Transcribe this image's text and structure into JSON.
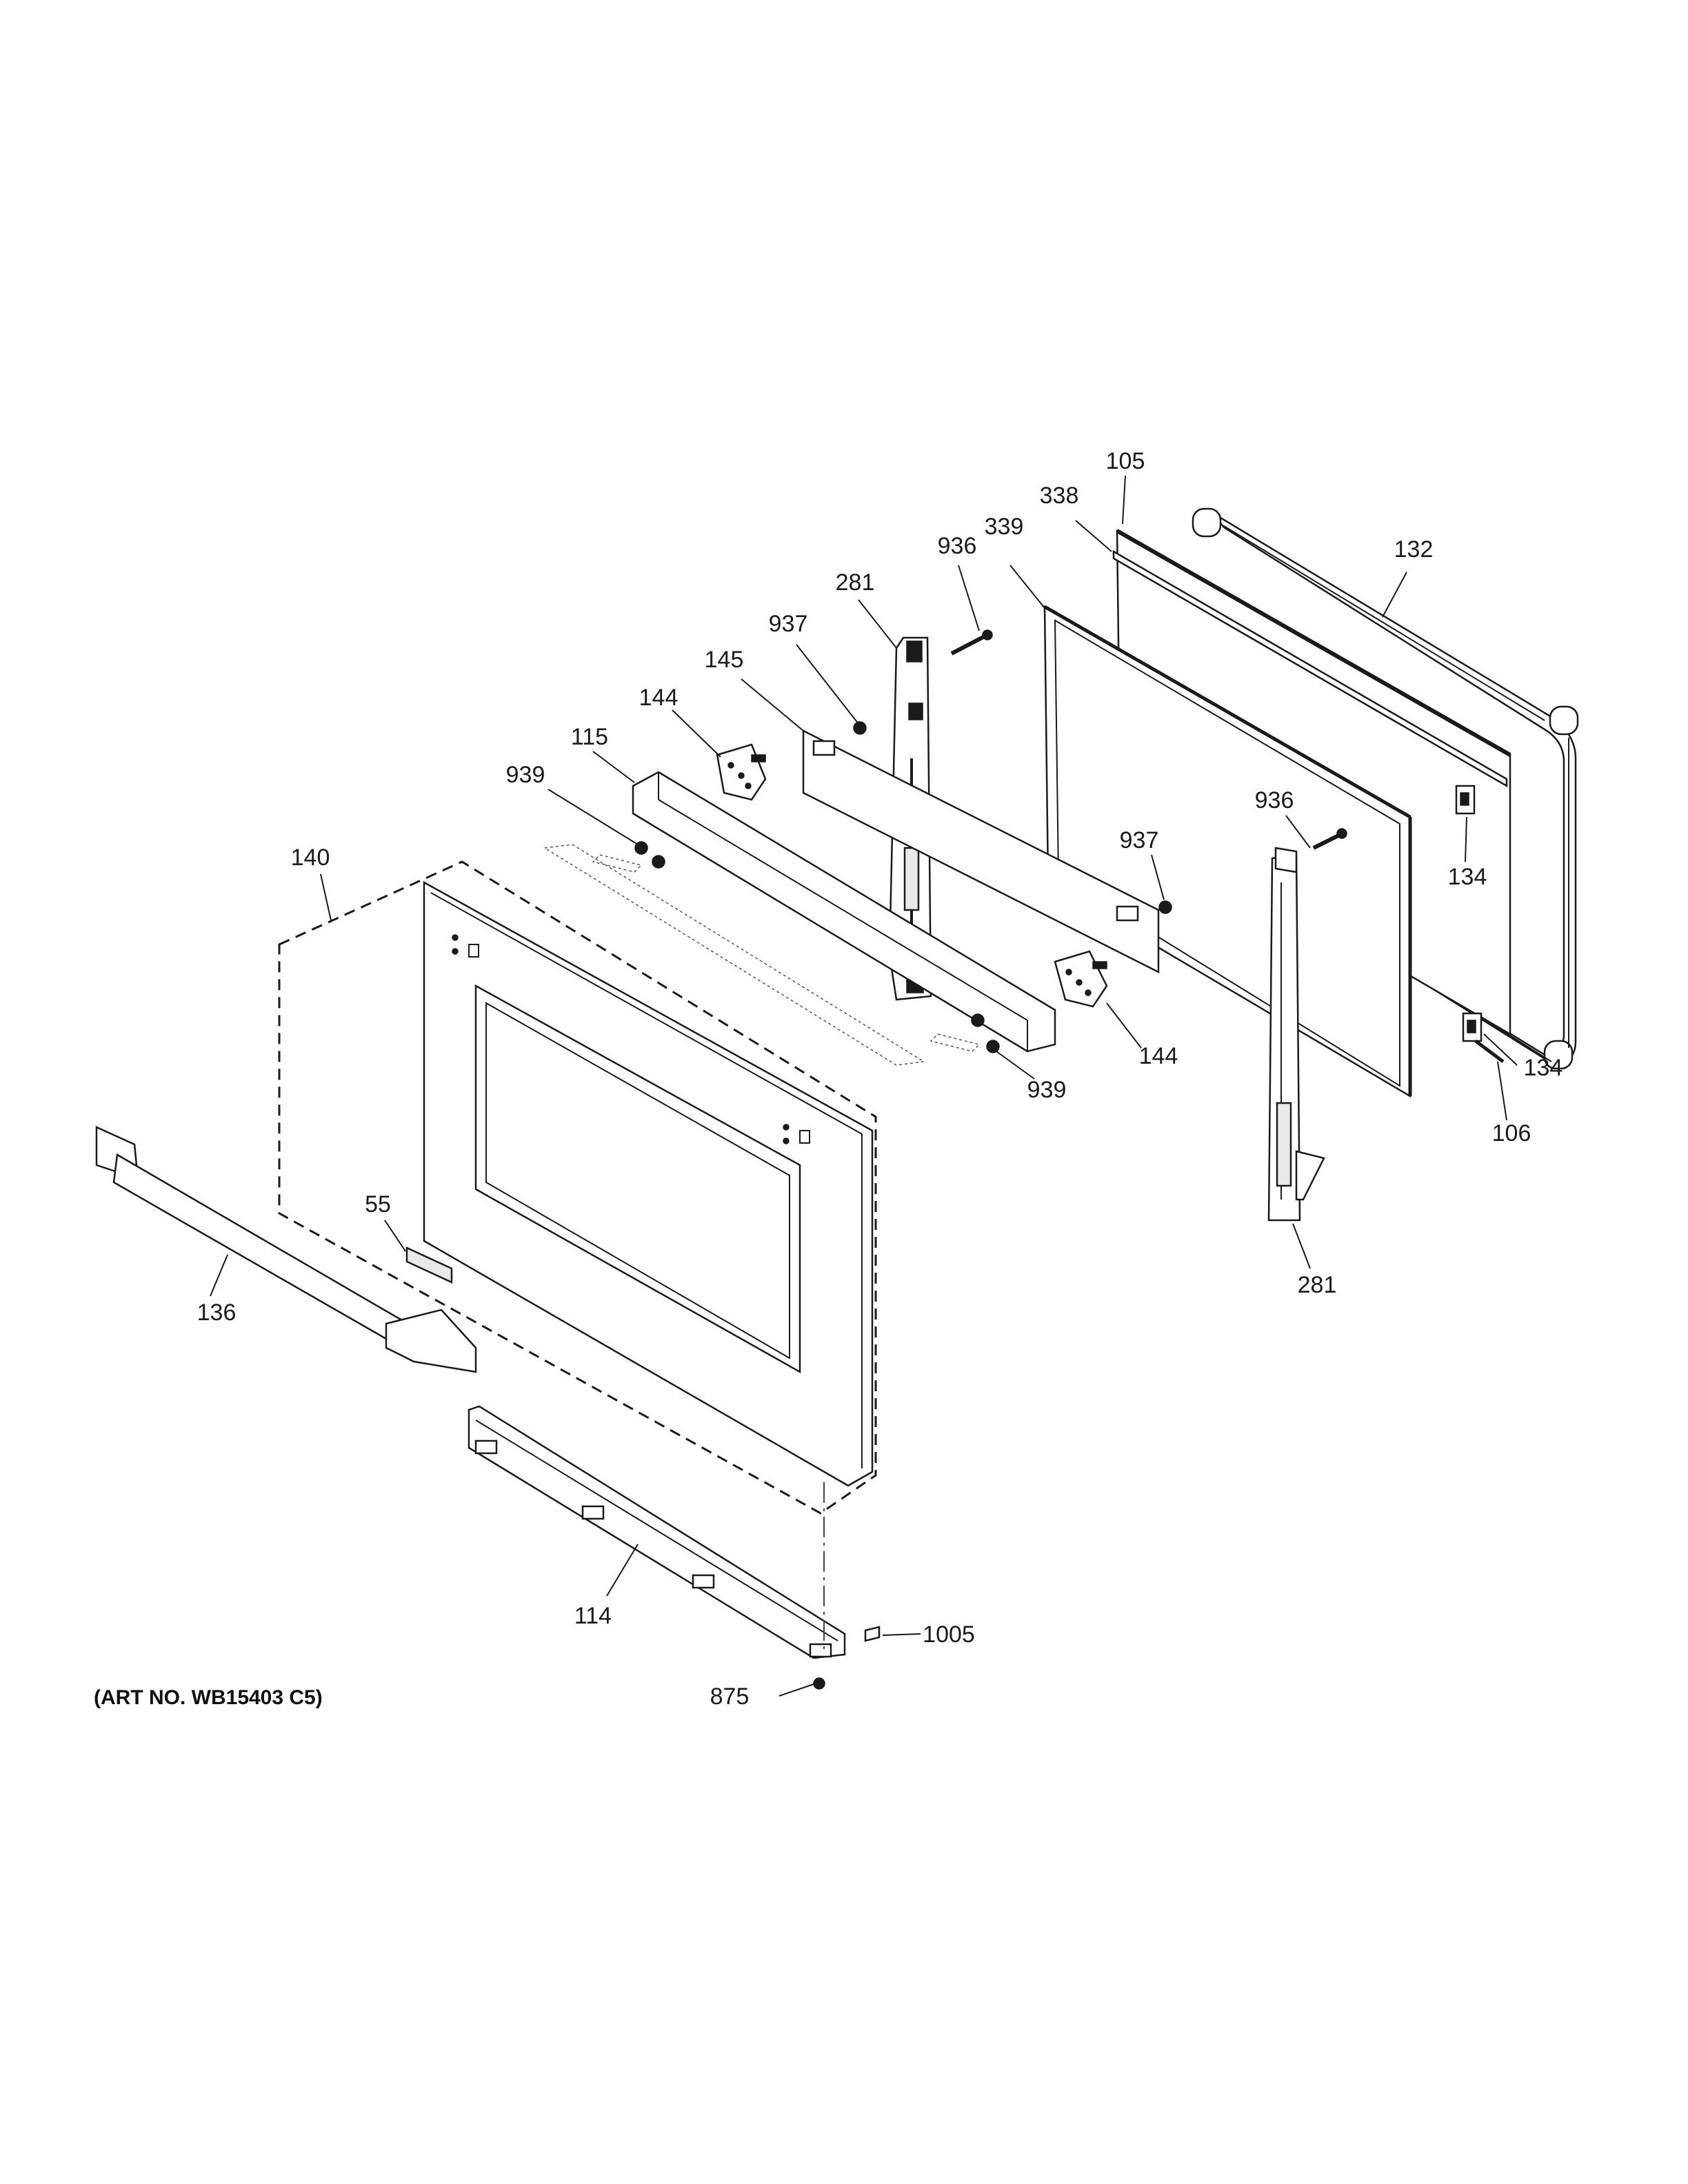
{
  "diagram": {
    "art_number": "(ART NO. WB15403 C5)",
    "callouts": {
      "p105": "105",
      "p338": "338",
      "p132": "132",
      "p339": "339",
      "p936_top": "936",
      "p281_top": "281",
      "p937_top": "937",
      "p145": "145",
      "p144_top": "144",
      "p115": "115",
      "p939_top": "939",
      "p140": "140",
      "p936_right": "936",
      "p937_right": "937",
      "p134_top": "134",
      "p134_bottom": "134",
      "p144_bottom": "144",
      "p939_bottom": "939",
      "p106": "106",
      "p55": "55",
      "p136": "136",
      "p281_bottom": "281",
      "p114": "114",
      "p1005": "1005",
      "p875": "875"
    }
  }
}
